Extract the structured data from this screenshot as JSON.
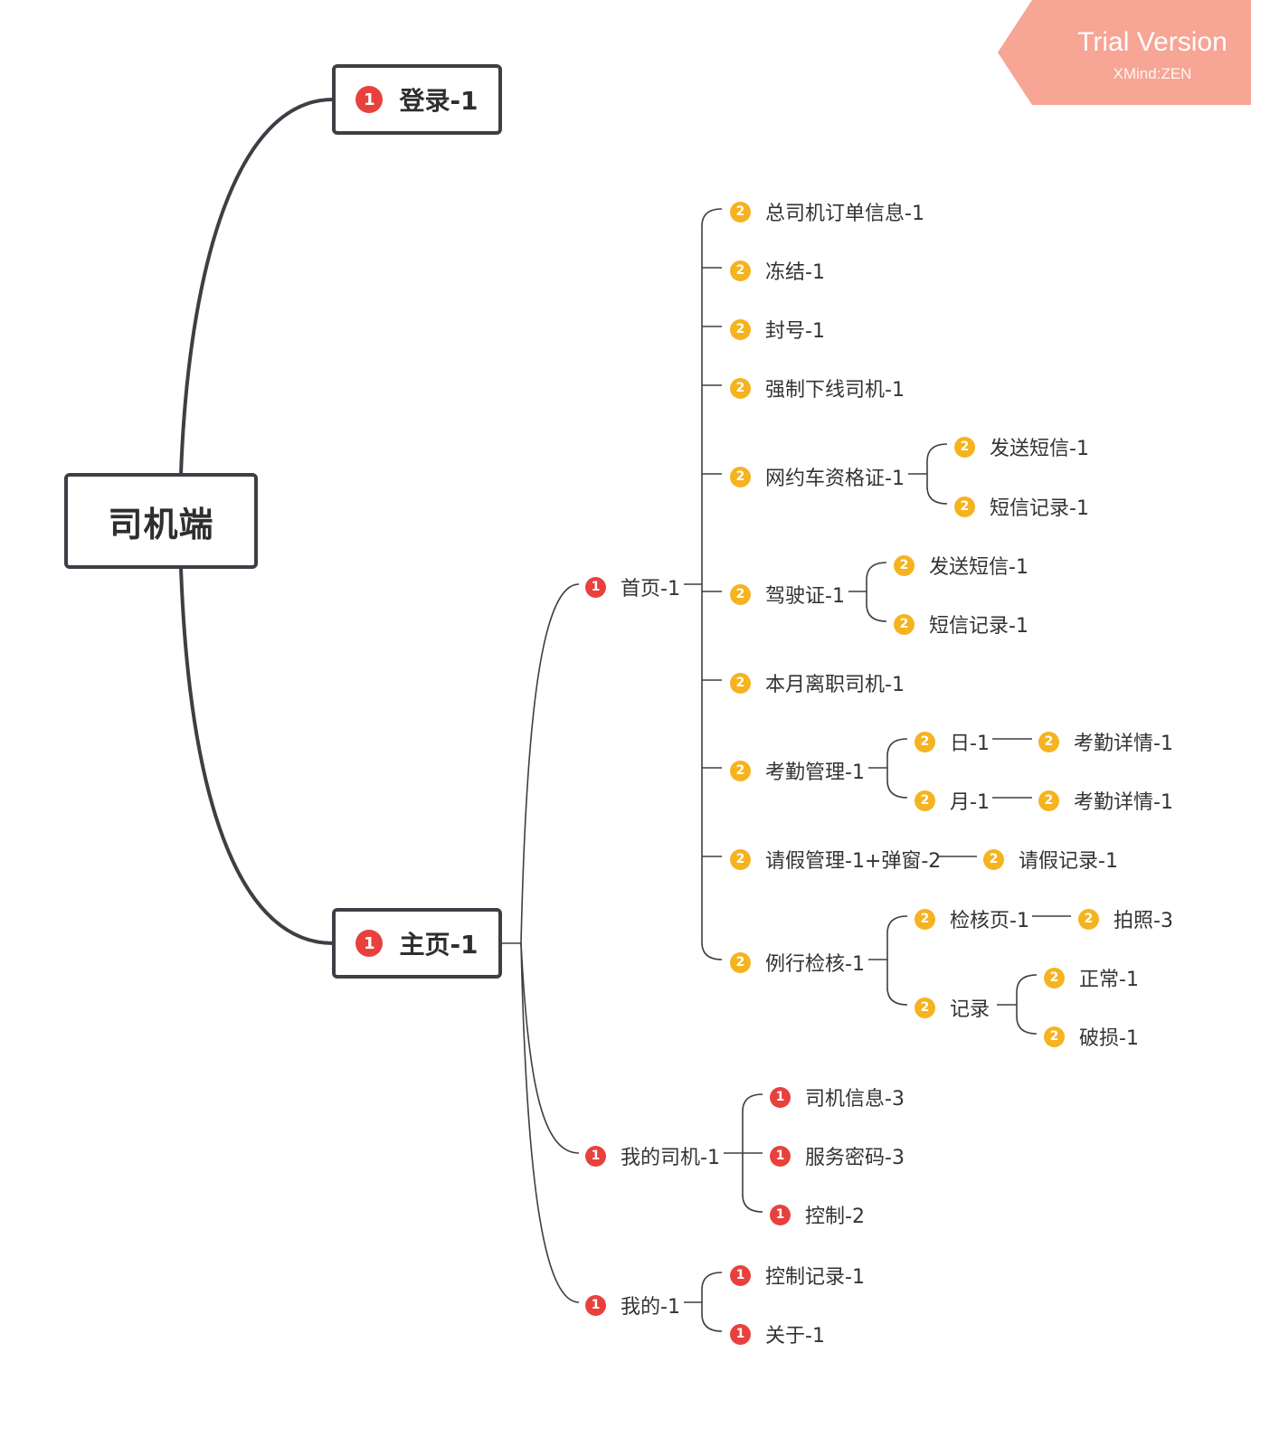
{
  "watermark": {
    "title": "Trial Version",
    "subtitle": "XMind:ZEN",
    "color": "#f7a595"
  },
  "colors": {
    "priority1": "#e8413d",
    "priority2": "#f5b320",
    "line": "#3c3f44"
  },
  "root": {
    "label": "司机端"
  },
  "main": {
    "login": {
      "badge": "1",
      "label": "登录-1"
    },
    "home": {
      "badge": "1",
      "label": "主页-1"
    }
  },
  "level2": {
    "shouye": {
      "badge": "1",
      "label": "首页-1"
    },
    "wodesiji": {
      "badge": "1",
      "label": "我的司机-1"
    },
    "wode": {
      "badge": "1",
      "label": "我的-1"
    }
  },
  "shouye": {
    "n1": {
      "badge": "2",
      "label": "总司机订单信息-1"
    },
    "n2": {
      "badge": "2",
      "label": "冻结-1"
    },
    "n3": {
      "badge": "2",
      "label": "封号-1"
    },
    "n4": {
      "badge": "2",
      "label": "强制下线司机-1"
    },
    "n5": {
      "badge": "2",
      "label": "网约车资格证-1",
      "c1": {
        "badge": "2",
        "label": "发送短信-1"
      },
      "c2": {
        "badge": "2",
        "label": "短信记录-1"
      }
    },
    "n6": {
      "badge": "2",
      "label": "驾驶证-1",
      "c1": {
        "badge": "2",
        "label": "发送短信-1"
      },
      "c2": {
        "badge": "2",
        "label": "短信记录-1"
      }
    },
    "n7": {
      "badge": "2",
      "label": "本月离职司机-1"
    },
    "n8": {
      "badge": "2",
      "label": "考勤管理-1",
      "day": {
        "badge": "2",
        "label": "日-1",
        "detail": {
          "badge": "2",
          "label": "考勤详情-1"
        }
      },
      "month": {
        "badge": "2",
        "label": "月-1",
        "detail": {
          "badge": "2",
          "label": "考勤详情-1"
        }
      }
    },
    "n9": {
      "badge": "2",
      "label": "请假管理-1+弹窗-2",
      "c1": {
        "badge": "2",
        "label": "请假记录-1"
      }
    },
    "n10": {
      "badge": "2",
      "label": "例行检核-1",
      "check": {
        "badge": "2",
        "label": "检核页-1",
        "photo": {
          "badge": "2",
          "label": "拍照-3"
        }
      },
      "record": {
        "badge": "2",
        "label": "记录",
        "normal": {
          "badge": "2",
          "label": "正常-1"
        },
        "broken": {
          "badge": "2",
          "label": "破损-1"
        }
      }
    }
  },
  "wodesiji": {
    "c1": {
      "badge": "1",
      "label": "司机信息-3"
    },
    "c2": {
      "badge": "1",
      "label": "服务密码-3"
    },
    "c3": {
      "badge": "1",
      "label": "控制-2"
    }
  },
  "wode": {
    "c1": {
      "badge": "1",
      "label": "控制记录-1"
    },
    "c2": {
      "badge": "1",
      "label": "关于-1"
    }
  }
}
